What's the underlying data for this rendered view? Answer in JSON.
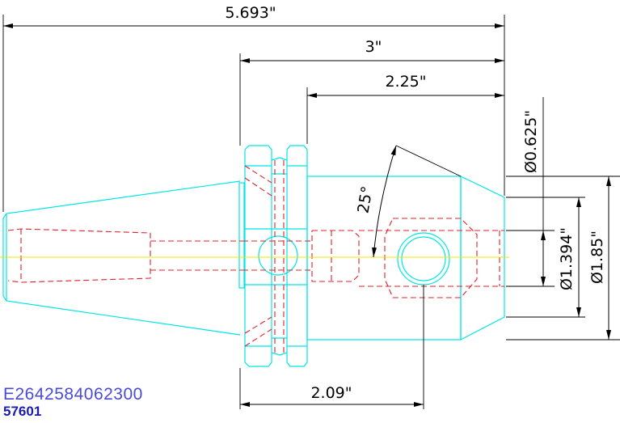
{
  "dimensions": {
    "overall_length": "5.693\"",
    "shank_length": "3\"",
    "body_length": "2.25\"",
    "bore_dia": "Ø0.625\"",
    "pilot_dia": "Ø1.394\"",
    "body_dia": "Ø1.85\"",
    "angle": "25°",
    "screw_location": "2.09\""
  },
  "labels": {
    "part_number": "E2642584062300",
    "catalog_number": "57601"
  },
  "colors": {
    "outline": "#00e5e5",
    "hidden": "#e0202a",
    "centerline": "#e8e800",
    "dimension": "#000000",
    "part_number": "#4a4ad8",
    "catalog_number": "#1a1ab0"
  }
}
